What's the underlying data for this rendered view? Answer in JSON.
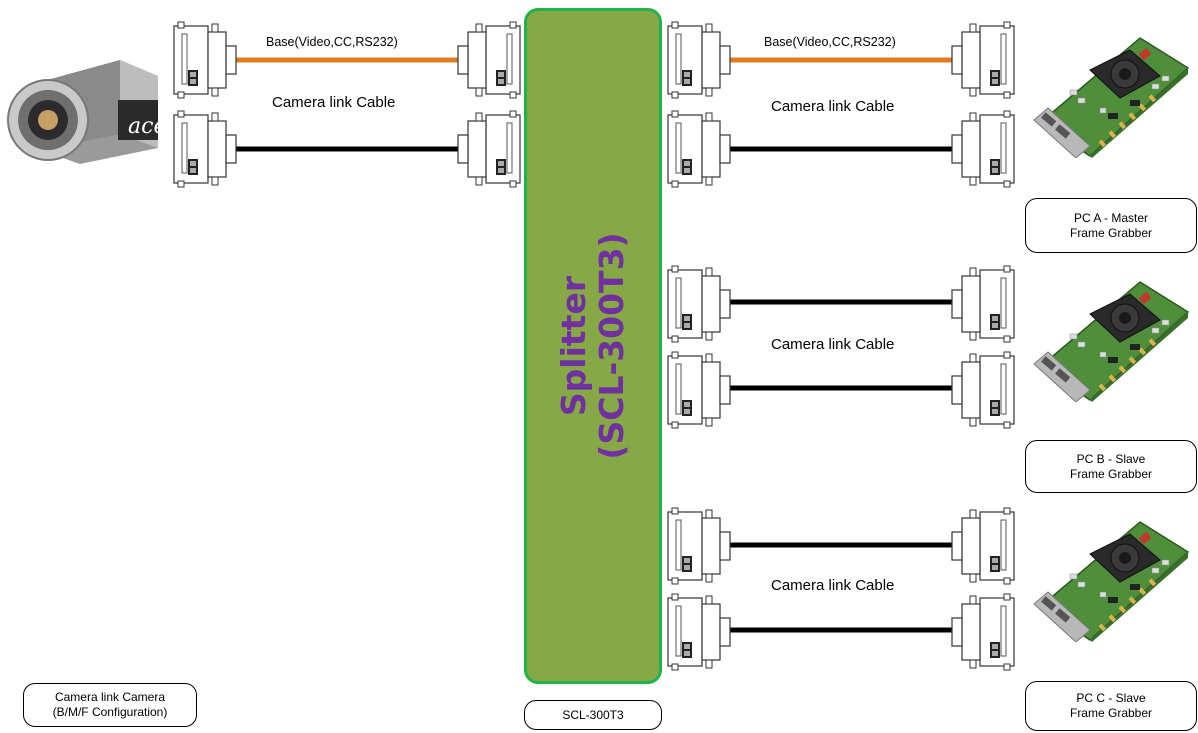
{
  "splitter": {
    "line1": "Splitter",
    "line2": "(SCL-300T3)"
  },
  "labels": {
    "camera": {
      "line1": "Camera link Camera",
      "line2": "(B/M/F Configuration)"
    },
    "splitter_model": "SCL-300T3",
    "pc_a": {
      "line1": "PC A - Master",
      "line2": "Frame Grabber"
    },
    "pc_b": {
      "line1": "PC B - Slave",
      "line2": "Frame Grabber"
    },
    "pc_c": {
      "line1": "PC C - Slave",
      "line2": "Frame Grabber"
    }
  },
  "cables": {
    "base_label": "Base(Video,CC,RS232)",
    "cable_label": "Camera link Cable"
  },
  "camera_logo": "ace",
  "colors": {
    "splitter_fill": "#86a846",
    "splitter_border": "#22b24a",
    "splitter_text": "#7030a0",
    "base_cable": "#e07b20",
    "cable": "#000000",
    "pcb": "#4f8f3c"
  }
}
